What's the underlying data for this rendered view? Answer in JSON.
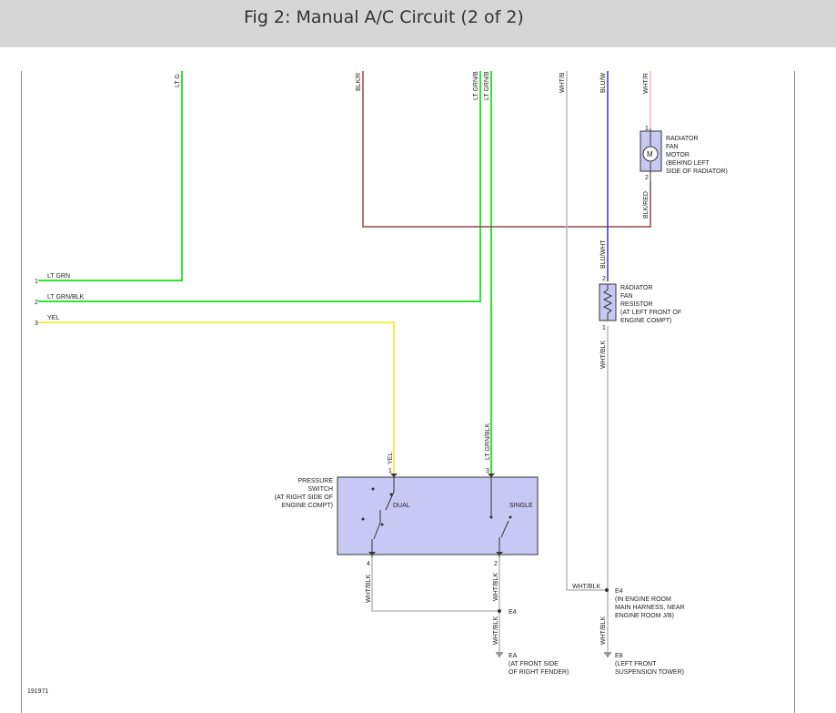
{
  "header": {
    "title": "Fig 2: Manual A/C Circuit (2 of 2)"
  },
  "figure_id": "191971",
  "colors": {
    "lt_grn": "#2ee62e",
    "yel": "#f2f24a",
    "blk_r": "#8b4a4a",
    "wht": "#b8b8b8",
    "blu": "#3535d8",
    "wht_r": "#f0b8b8",
    "component_fill": "#c8c8f4"
  },
  "wires": {
    "top_lt_g": "LT G",
    "top_blk_r": "BLK/R",
    "top_lt_grn_b_1": "LT GRN/B",
    "top_lt_grn_b_2": "LT GRN/B",
    "top_wht_b": "WHT/B",
    "top_blu_w": "BLU/W",
    "top_wht_r": "WHT/R",
    "blk_red": "BLK/RED",
    "blu_wht": "BLU/WHT",
    "resistor_wht_blk": "WHT/BLK",
    "yel_vertical": "YEL",
    "lt_grn_blk_vertical": "LT GRN/BLK",
    "dual_out_wht_blk": "WHT/BLK",
    "single_out_wht_blk": "WHT/BLK",
    "e4_wht_blk": "WHT/BLK",
    "e4_right_wht_blk": "WHT/BLK",
    "e8_wht_blk": "WHT/BLK"
  },
  "connectors": [
    {
      "pin": "1",
      "label": "LT GRN"
    },
    {
      "pin": "2",
      "label": "LT GRN/BLK"
    },
    {
      "pin": "3",
      "label": "YEL"
    }
  ],
  "components": {
    "fan_motor": {
      "pin_top": "1",
      "pin_bottom": "2",
      "symbol": "M",
      "lines": [
        "RADIATOR",
        "FAN",
        "MOTOR",
        "(BEHIND LEFT",
        "SIDE OF RADIATOR)"
      ]
    },
    "fan_resistor": {
      "pin_top": "2",
      "pin_bottom": "1",
      "lines": [
        "RADIATOR",
        "FAN",
        "RESISTOR",
        "(AT LEFT FRONT OF",
        "ENGINE COMPT)"
      ]
    },
    "pressure_switch": {
      "lines": [
        "PRESSURE",
        "SWITCH",
        "(AT RIGHT SIDE OF",
        "ENGINE COMPT)"
      ],
      "dual_label": "DUAL",
      "single_label": "SINGLE",
      "pin_yel": "1",
      "pin_lt_grn": "3",
      "pin_dual_out": "4",
      "pin_single_out": "2"
    }
  },
  "grounds": {
    "e4_splice_left": "E4",
    "e4_right": {
      "id": "E4",
      "lines": [
        "(IN ENGINE ROOM",
        "MAIN HARNESS, NEAR",
        "ENGINE ROOM J/B)"
      ]
    },
    "ea": {
      "id": "EA",
      "lines": [
        "(AT FRONT SIDE",
        "OF RIGHT FENDER)"
      ]
    },
    "e8": {
      "id": "E8",
      "lines": [
        "(LEFT FRONT",
        "SUSPENSION TOWER)"
      ]
    }
  }
}
